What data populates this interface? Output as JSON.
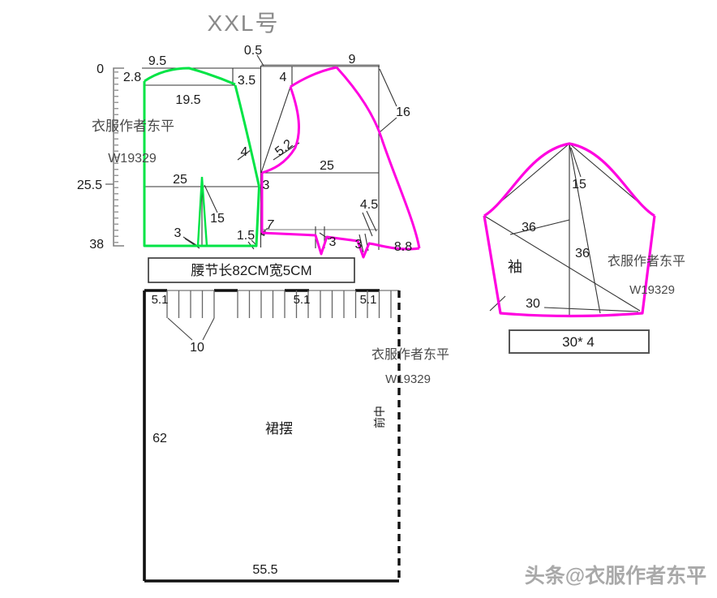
{
  "title": "XXL号",
  "colors": {
    "back_outline": "#00e445",
    "front_outline": "#ff00e0",
    "gray_line": "#808080"
  },
  "ruler": {
    "zero": "0",
    "waist": "25.5",
    "hem": "38"
  },
  "back": {
    "neck_width": "9.5",
    "neck_depth": "2.8",
    "cross_label": "19.5",
    "shoulder_slope": "3.5",
    "armhole_ease": "4",
    "waist_width": "25",
    "dart_length": "15",
    "dart_width": "3",
    "side_cut": "1.5",
    "overlap": "7"
  },
  "front": {
    "top_offset": "0.5",
    "shoulder_slope": "4",
    "shoulder_width": "9",
    "armhole_depth": "16",
    "armhole_ease": "5.2",
    "waist_width": "25",
    "side_gap": "3",
    "front_drop": "4.5",
    "dart1_width": "3",
    "dart2_width": "3",
    "hem_extension": "8.8"
  },
  "waist_band_box": "腰节长82CM宽5CM",
  "skirt": {
    "pleat_a": "5.1",
    "pleat_b": "5.1",
    "pleat_c": "5.1",
    "pleat_depth": "10",
    "length": "62",
    "label": "裙摆",
    "center_front": "前中",
    "hem_width": "55.5"
  },
  "sleeve": {
    "cap_height": "15",
    "diag_a": "36",
    "diag_b": "36",
    "hem_width": "30",
    "label": "袖",
    "cut_box": "30* 4"
  },
  "watermark": {
    "author": "衣服作者东平",
    "code": "W19329"
  },
  "footer": "头条@衣服作者东平"
}
